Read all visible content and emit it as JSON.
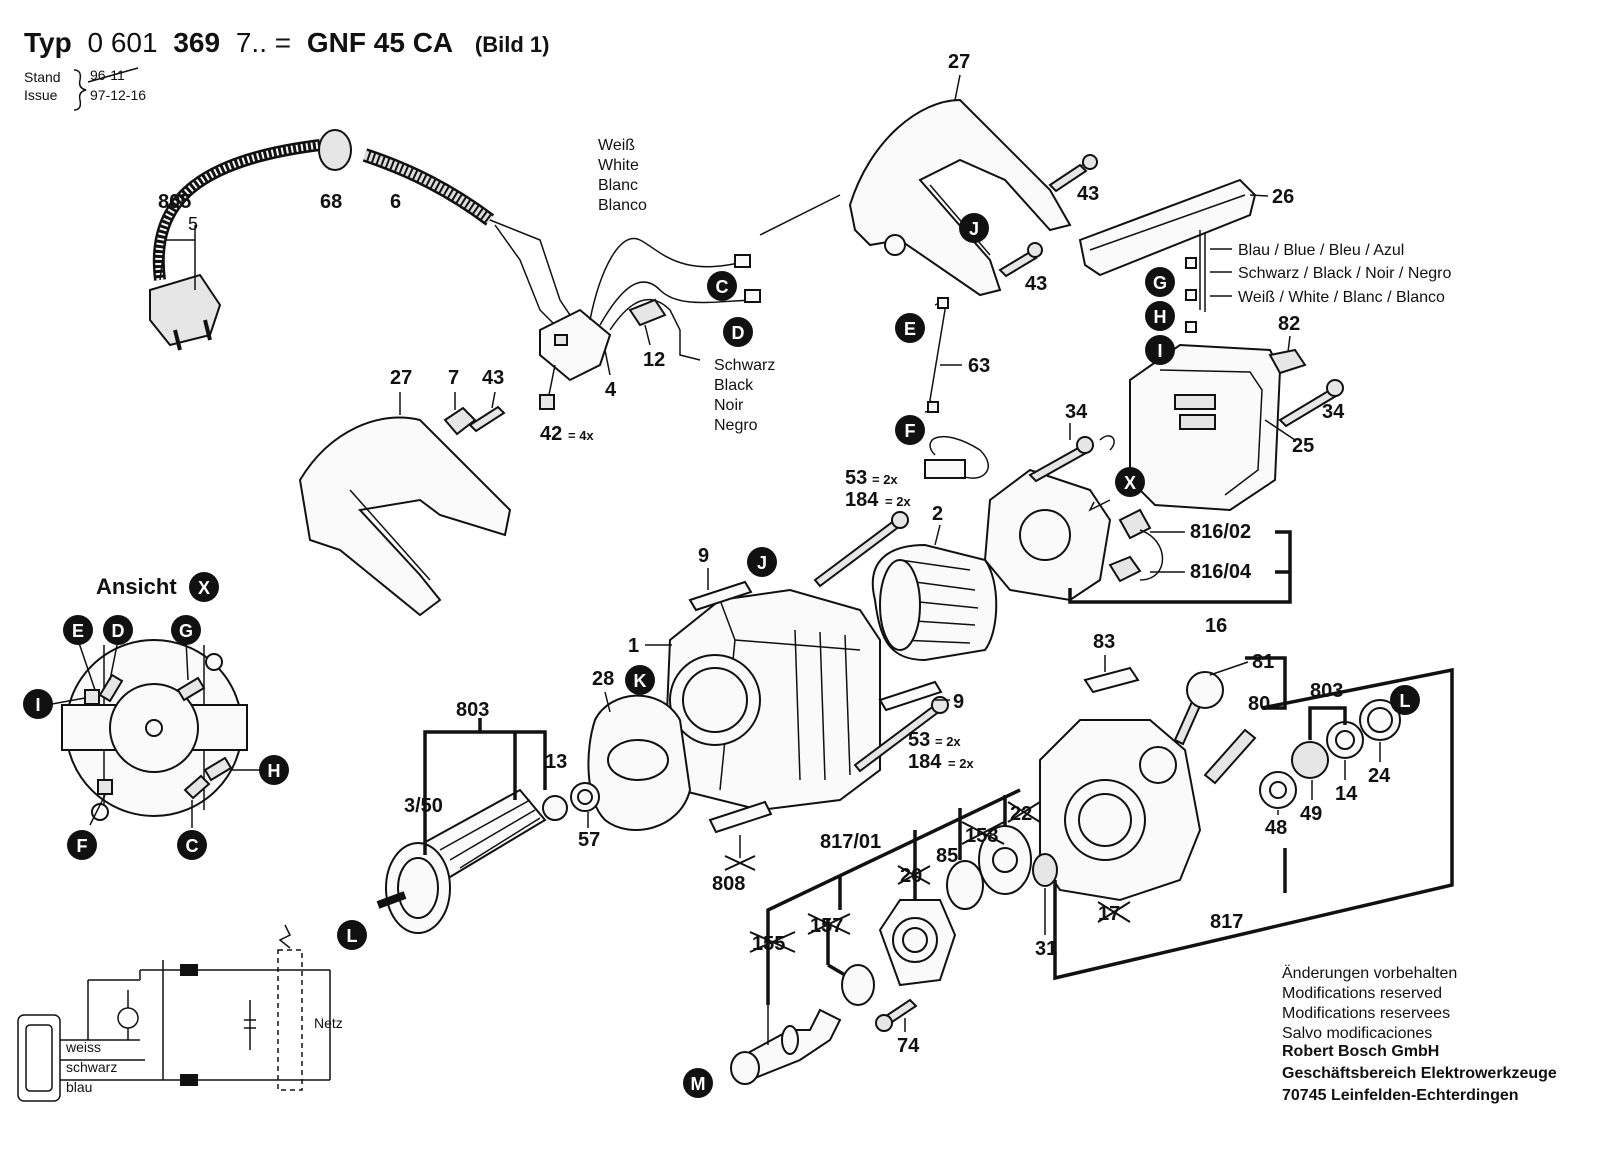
{
  "header": {
    "title_typ": "Typ",
    "title_number_a": "0 601",
    "title_number_b": "369",
    "title_number_c": "7.. =",
    "title_model": "GNF 45 CA",
    "title_bild": "(Bild 1)",
    "stand_label": "Stand",
    "issue_label": "Issue",
    "old_date": "96-11",
    "issue_date": "97-12-16"
  },
  "wire_colors": {
    "white": [
      "Weiß",
      "White",
      "Blanc",
      "Blanco"
    ],
    "black": [
      "Schwarz",
      "Black",
      "Noir",
      "Negro"
    ],
    "blue_line": "Blau / Blue / Bleu / Azul",
    "black_line": "Schwarz / Black / Noir / Negro",
    "white_line": "Weiß / White / Blanc / Blanco"
  },
  "view": {
    "label": "Ansicht",
    "marker": "X"
  },
  "schematic": {
    "weiss": "weiss",
    "schwarz": "schwarz",
    "blau": "blau",
    "netz": "Netz"
  },
  "qty": {
    "x4": "= 4x",
    "x2": "= 2x"
  },
  "parts": {
    "p805": "805",
    "p5": "5",
    "p68": "68",
    "p6": "6",
    "p12": "12",
    "p4": "4",
    "p42": "42",
    "p27a": "27",
    "p27b": "27",
    "p7": "7",
    "p43a": "43",
    "p43b": "43",
    "p43c": "43",
    "p26": "26",
    "p63": "63",
    "p82": "82",
    "p34a": "34",
    "p34b": "34",
    "p25": "25",
    "p53a": "53",
    "p184a": "184",
    "p2": "2",
    "p81602": "816/02",
    "p81604": "816/04",
    "p16": "16",
    "p9a": "9",
    "p9b": "9",
    "p1": "1",
    "p28": "28",
    "p53b": "53",
    "p184b": "184",
    "p803a": "803",
    "p13": "13",
    "p350": "3/50",
    "p57": "57",
    "p808": "808",
    "p83": "83",
    "p81": "81",
    "p803b": "803",
    "p80": "80",
    "p49": "49",
    "p14": "14",
    "p24": "24",
    "p48": "48",
    "p81701": "817/01",
    "p20": "20",
    "p85": "85",
    "p158": "158",
    "p22": "22",
    "p17": "17",
    "p31": "31",
    "p817": "817",
    "p155": "155",
    "p157": "157",
    "p74": "74"
  },
  "markers": {
    "C": "C",
    "D": "D",
    "E": "E",
    "F": "F",
    "G": "G",
    "H": "H",
    "I": "I",
    "J": "J",
    "K": "K",
    "L": "L",
    "M": "M",
    "X": "X"
  },
  "footer": {
    "mod_de": "Änderungen vorbehalten",
    "mod_en": "Modifications reserved",
    "mod_fr": "Modifications reservees",
    "mod_es": "Salvo modificaciones",
    "company": "Robert Bosch GmbH",
    "division": "Geschäftsbereich Elektrowerkzeuge",
    "address": "70745 Leinfelden-Echterdingen"
  }
}
